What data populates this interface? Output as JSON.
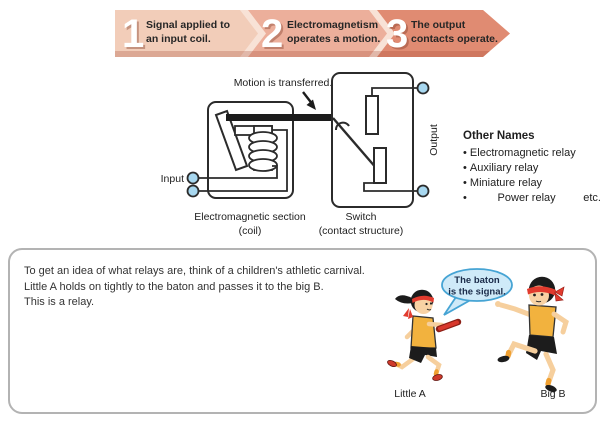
{
  "banner": {
    "steps": [
      {
        "num": "1",
        "line1": "Signal applied to",
        "line2": "an input coil."
      },
      {
        "num": "2",
        "line1": "Electromagnetism",
        "line2": "operates a motion."
      },
      {
        "num": "3",
        "line1": "The output",
        "line2": "contacts operate."
      }
    ],
    "colors": {
      "step1": "#f2cdb9",
      "step2": "#ecaf9b",
      "step3": "#e08b72",
      "chevron_gap": "#f8e2d6"
    }
  },
  "diagram": {
    "motion_label": "Motion is transferred.",
    "input_label": "Input",
    "output_label": "Output",
    "left_caption_line1": "Electromagnetic section",
    "left_caption_line2": "(coil)",
    "right_caption_line1": "Switch",
    "right_caption_line2": "(contact structure)",
    "terminal_color": "#a8d8f0"
  },
  "other_names": {
    "title": "Other Names",
    "items": [
      "Electromagnetic relay",
      "Auxiliary relay",
      "Miniature relay",
      "Power relay"
    ],
    "etc": "etc."
  },
  "story": {
    "line1": "To get an idea of what relays are, think of a children's athletic carnival.",
    "line2": "Little A holds on tightly to the baton and passes it to the big B.",
    "line3": "This is a relay.",
    "bubble_line1": "The baton",
    "bubble_line2": "is the signal.",
    "label_little": "Little A",
    "label_big": "Big B",
    "bubble_fill": "#cfeaf8",
    "bubble_stroke": "#46a4d4"
  }
}
